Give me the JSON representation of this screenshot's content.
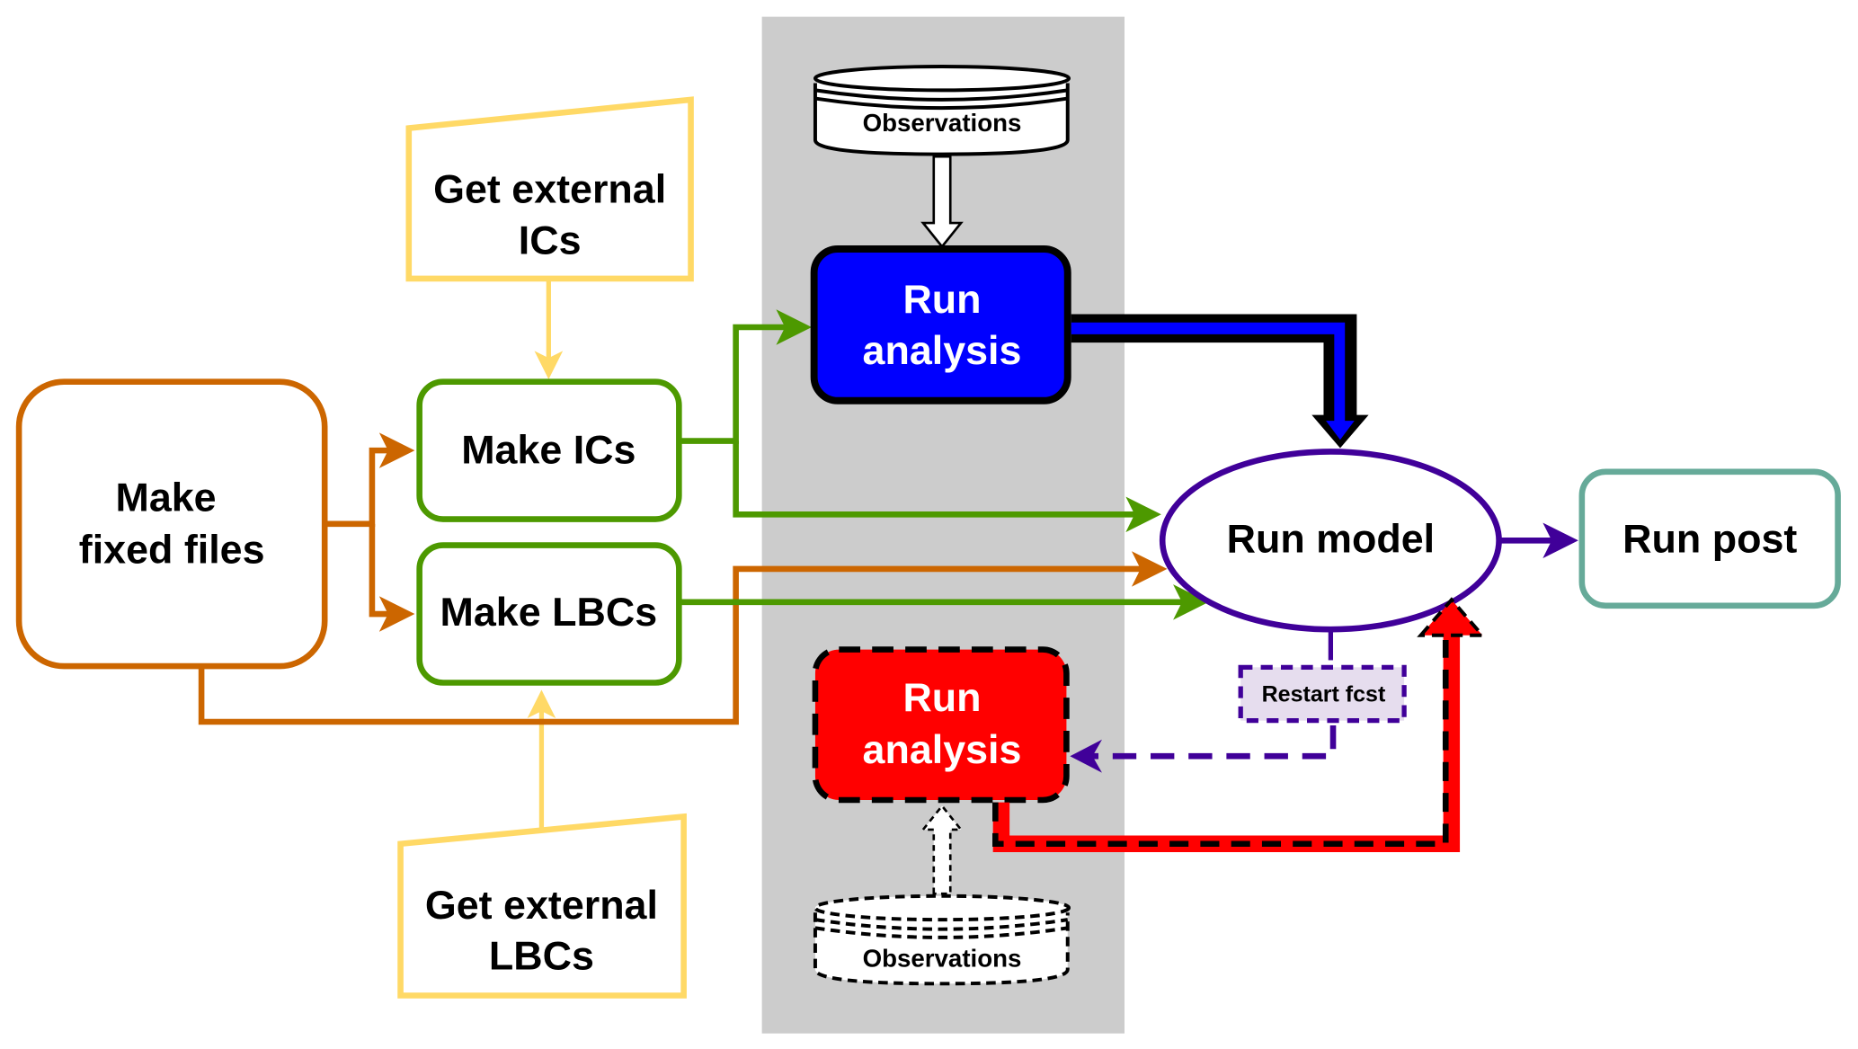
{
  "diagram": {
    "nodes": {
      "get_external_ics": {
        "line1": "Get external",
        "line2": "ICs"
      },
      "get_external_lbcs": {
        "line1": "Get external",
        "line2": "LBCs"
      },
      "make_fixed_files": {
        "line1": "Make",
        "line2": "fixed files"
      },
      "make_ics": {
        "label": "Make ICs"
      },
      "make_lbcs": {
        "label": "Make LBCs"
      },
      "observations_top": {
        "label": "Observations"
      },
      "run_analysis_top": {
        "line1": "Run",
        "line2": "analysis"
      },
      "run_analysis_bottom": {
        "line1": "Run",
        "line2": "analysis"
      },
      "observations_bottom": {
        "label": "Observations"
      },
      "run_model": {
        "label": "Run model"
      },
      "run_post": {
        "label": "Run post"
      },
      "restart_fcst": {
        "label": "Restart fcst"
      }
    },
    "colors": {
      "external_inputs": "#FFD966",
      "fixed_files": "#CC6600",
      "make_boxes": "#4D9900",
      "analysis_top": "#0000FF",
      "analysis_bottom": "#FF0000",
      "run_model": "#400099",
      "run_post": "#66AA99",
      "restart_fill": "#E6DDEE",
      "panel": "#CCCCCC"
    }
  }
}
